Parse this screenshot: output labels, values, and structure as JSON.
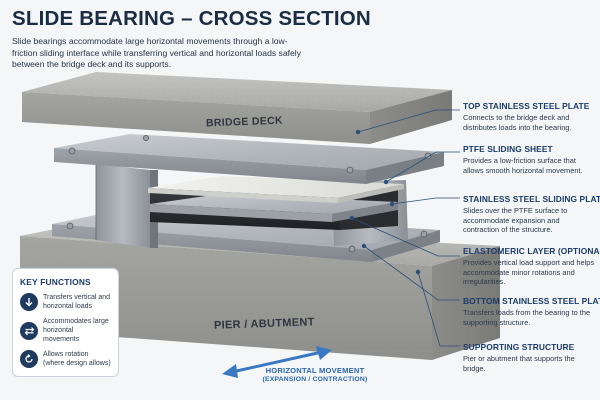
{
  "header": {
    "title": "SLIDE BEARING – CROSS SECTION",
    "intro": "Slide bearings accommodate large horizontal movements through a low-friction sliding interface while transferring vertical and horizontal loads safely between the bridge deck and its supports."
  },
  "diagram": {
    "deck_label": "BRIDGE DECK",
    "pier_label": "PIER / ABUTMENT",
    "movement_label": "HORIZONTAL MOVEMENT",
    "movement_sub": "(EXPANSION / CONTRACTION)"
  },
  "callouts": [
    {
      "title": "TOP STAINLESS STEEL PLATE",
      "desc": "Connects to the bridge deck and distributes loads into the bearing."
    },
    {
      "title": "PTFE SLIDING SHEET",
      "desc": "Provides a low-friction surface that allows smooth horizontal movement."
    },
    {
      "title": "STAINLESS STEEL SLIDING PLATE",
      "desc": "Slides over the PTFE surface to accommodate expansion and contraction of the structure."
    },
    {
      "title": "ELASTOMERIC LAYER (OPTIONAL)",
      "desc": "Provides vertical load support and helps accommodate minor rotations and irregularities."
    },
    {
      "title": "BOTTOM STAINLESS STEEL PLATE",
      "desc": "Transfers loads from the bearing to the supporting structure."
    },
    {
      "title": "SUPPORTING STRUCTURE",
      "desc": "Pier or abutment that supports the bridge."
    }
  ],
  "key_functions": {
    "title": "KEY FUNCTIONS",
    "items": [
      {
        "icon": "arrow-down-icon",
        "text": "Transfers vertical and horizontal loads"
      },
      {
        "icon": "double-arrow-icon",
        "text": "Accommodates large horizontal movements"
      },
      {
        "icon": "rotation-icon",
        "text": "Allows rotation (where design allows)"
      }
    ]
  },
  "colors": {
    "title": "#1a2d44",
    "callout_title": "#1a3b6b",
    "accent_blue": "#2a66b3",
    "leader_line": "#2b4d7a",
    "concrete": "#a9a9a5",
    "steel": "#b9bec4",
    "elastomer": "#2b2d30"
  }
}
